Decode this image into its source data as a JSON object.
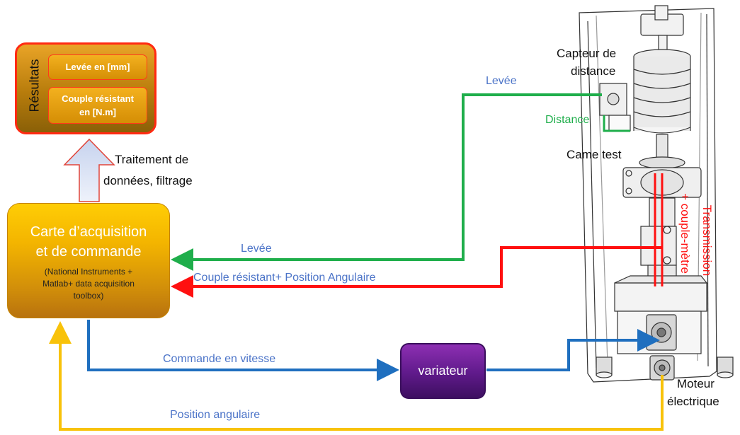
{
  "results": {
    "title": "Résultats",
    "items": [
      "Levée en [mm]",
      "Couple résistant",
      "en [N.m]"
    ]
  },
  "processing_label": [
    "Traitement de",
    "données, filtrage"
  ],
  "acquisition": {
    "title_line1": "Carte d’acquisition",
    "title_line2": "et de commande",
    "sub_line1": "(National Instruments +",
    "sub_line2": "Matlab+ data acquisition",
    "sub_line3": "toolbox)"
  },
  "variator_label": "variateur",
  "signals": {
    "levee_top": "Levée",
    "levee_bottom": "Levée",
    "couple": "Couple résistant+ Position Angulaire",
    "commande": "Commande en vitesse",
    "position": "Position angulaire",
    "distance": "Distance"
  },
  "machine_labels": {
    "capteur_line1": "Capteur de",
    "capteur_line2": "distance",
    "came": "Came test",
    "transmission": "Transmission",
    "couplemetre": "+ couple-mètre",
    "moteur_line1": "Moteur",
    "moteur_line2": "électrique"
  },
  "colors": {
    "green": "#1fae4b",
    "red": "#ff1010",
    "blue": "#1f6fbf",
    "yellow": "#f8c20a",
    "orange": "#f2a900",
    "purple": "#5f1a8a"
  }
}
